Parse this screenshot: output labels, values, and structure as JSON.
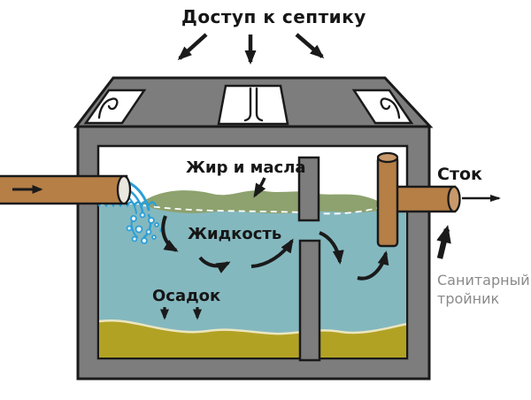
{
  "diagram": {
    "title": "Доступ к септику",
    "labels": {
      "scum": "Жир и масла",
      "liquid": "Жидкость",
      "sediment": "Осадок",
      "outflow": "Сток",
      "sanitary_tee": "Санитарный тройник"
    },
    "colors": {
      "wall": "#7d7d7d",
      "outline": "#1a1a1a",
      "interior": "#ffffff",
      "water": "#84b8bf",
      "scum": "#8da26e",
      "sediment": "#b2a224",
      "sediment_highlight": "#ece6bf",
      "pipe": "#b57f46",
      "pipe_cap": "#c9996b",
      "pipe_opening": "#e9e7e0",
      "splash": "#2b9fd7",
      "surface_dash": "#ffffff",
      "arrow": "#1a1a1a",
      "tee_label_text": "#8a8a8a"
    }
  }
}
